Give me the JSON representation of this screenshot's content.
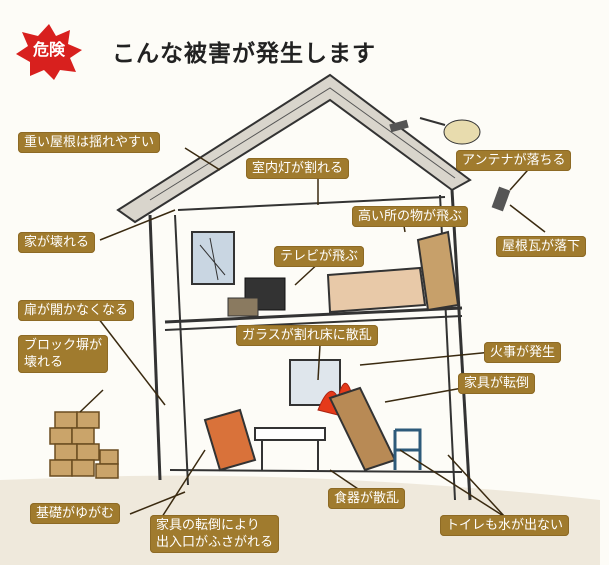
{
  "badge": "危険",
  "title": "こんな被害が発生します",
  "labels": {
    "roof_shake": "重い屋根は揺れやすい",
    "light_break": "室内灯が割れる",
    "antenna_fall": "アンテナが落ちる",
    "high_things_fly": "高い所の物が飛ぶ",
    "house_break": "家が壊れる",
    "tile_fall": "屋根瓦が落下",
    "tv_fly": "テレビが飛ぶ",
    "door_stuck": "扉が開かなくなる",
    "glass_scatter": "ガラスが割れ床に散乱",
    "fire": "火事が発生",
    "block_wall_1": "ブロック塀が",
    "block_wall_2": "壊れる",
    "furniture_fall": "家具が転倒",
    "foundation": "基礎がゆがむ",
    "dishes": "食器が散乱",
    "toilet": "トイレも水が出ない",
    "exit_block_1": "家具の転倒により",
    "exit_block_2": "出入口がふさがれる"
  }
}
